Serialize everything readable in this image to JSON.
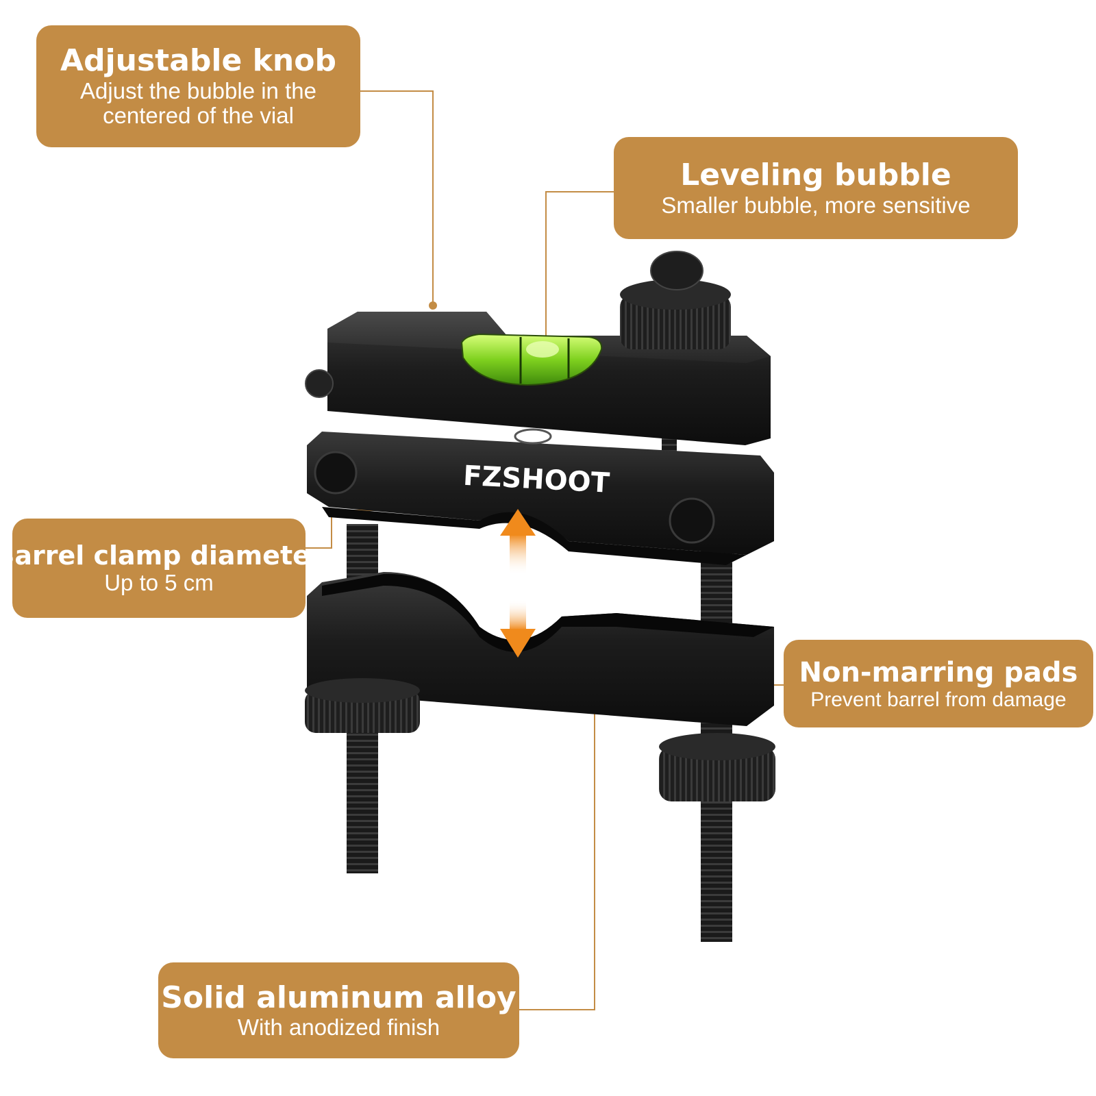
{
  "colors": {
    "accent": "#c38c45",
    "leader_line": "#c38c45",
    "arrow": "#f08a1c",
    "body": "#1b1b1b",
    "vial": "#8fdc2a"
  },
  "brand": {
    "logo_text": "FZSHOOT"
  },
  "callouts": {
    "adjustable_knob": {
      "title": "Adjustable knob",
      "subtitle_lines": [
        "Adjust the bubble in the",
        "centered of the vial"
      ]
    },
    "leveling_bubble": {
      "title": "Leveling bubble",
      "subtitle": "Smaller bubble, more sensitive"
    },
    "barrel_clamp": {
      "title": "Barrel clamp diameter",
      "subtitle": "Up to 5 cm"
    },
    "non_marring": {
      "title": "Non-marring pads",
      "subtitle": "Prevent barrel from damage"
    },
    "aluminum": {
      "title": "Solid aluminum alloy",
      "subtitle": "With anodized finish"
    }
  }
}
